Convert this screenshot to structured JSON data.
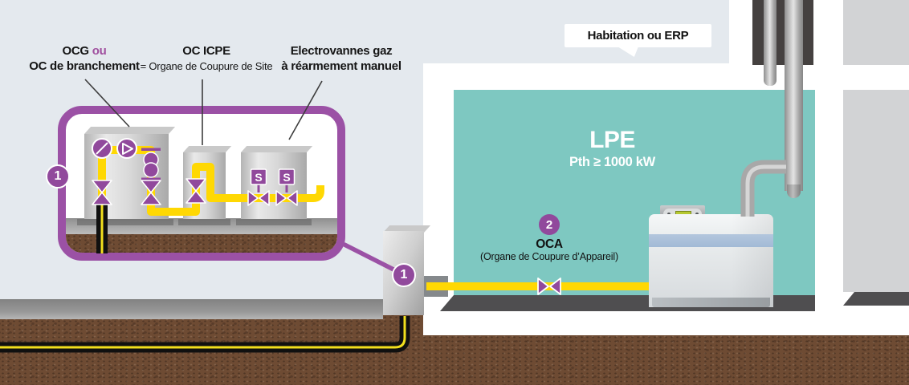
{
  "title_labels": {
    "ocg": {
      "abbr": "OCG",
      "conjunction": "ou",
      "name": "OC de branchement"
    },
    "icpe": {
      "abbr": "OC ICPE",
      "name": "= Organe de Coupure de Site"
    },
    "electrovannes": {
      "line1": "Electrovannes gaz",
      "line2": "à réarmement manuel"
    }
  },
  "building": {
    "bubble": "Habitation ou ERP"
  },
  "boiler_room": {
    "name": "LPE",
    "power": "Pth ≥ 1000 kW"
  },
  "oca": {
    "badge": "2",
    "abbr": "OCA",
    "name": "(Organe de Coupure d’Appareil)"
  },
  "badges": {
    "zone": "1",
    "coffret": "1"
  },
  "solenoid": {
    "letter": "S"
  },
  "colors": {
    "purple": "#91499c",
    "purple_border": "#9b51a5",
    "pipe_yellow": "#ffd803",
    "room_teal": "#7ec8c1",
    "sky": "#e4e9ee",
    "soil_brown": "#6e4b33",
    "floor_dark": "#4f4e50",
    "room_gray": "#d2d3d5"
  }
}
